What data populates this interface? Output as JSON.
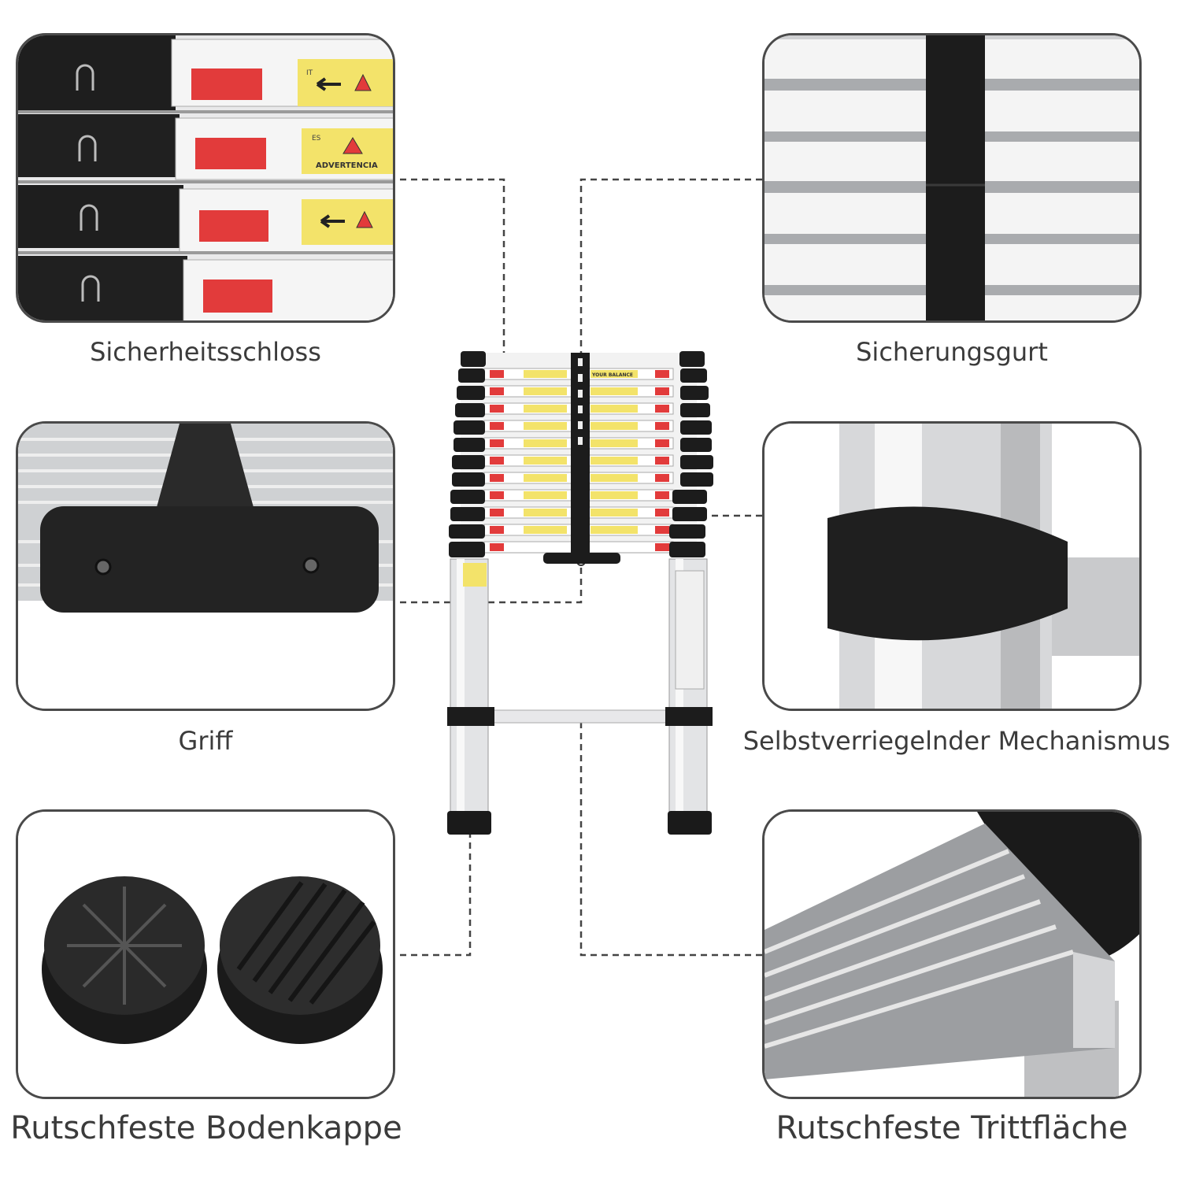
{
  "labels": {
    "lock": "Sicherheitsschloss",
    "strap": "Sicherungsgurt",
    "handle": "Griff",
    "mechanism": "Selbstverriegelnder Mechanismus",
    "foot_cap": "Rutschfeste Bodenkappe",
    "tread": "Rutschfeste Trittfläche"
  },
  "sticker_texts": {
    "warning": "ADVERTENCIA",
    "it": "IT",
    "es": "ES",
    "balance": "YOUR BALANCE"
  },
  "colors": {
    "aluminum": "#d9dadc",
    "rubber": "#1c1c1c",
    "lock_red": "#e23b3b",
    "sticker_yellow": "#f3e36a",
    "border": "#4a4a4a",
    "leader": "#444444"
  }
}
